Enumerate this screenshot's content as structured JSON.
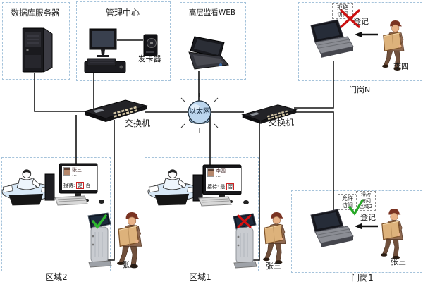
{
  "nodes": {
    "db": {
      "label": "数据库服务器"
    },
    "mgmt": {
      "label": "管理中心",
      "card_issuer": "发卡器"
    },
    "web": {
      "label": "高层监看WEB"
    },
    "ethernet": {
      "label": "以太网"
    },
    "switch_left": {
      "label": "交换机"
    },
    "switch_right": {
      "label": "交换机"
    },
    "gate_n": {
      "label": "门岗N",
      "deny_line1": "拒绝",
      "deny_line2": "访问",
      "register": "登记",
      "person": "李四"
    },
    "gate_1": {
      "label": "门岗1",
      "allow_line1": "允许",
      "allow_line2": "访问",
      "auth_line1": "授权",
      "auth_line2": "访问",
      "auth_line3": "区域2",
      "register": "登记",
      "person": "张三"
    },
    "area_2": {
      "label": "区域2",
      "person": "张三",
      "screen": {
        "name": "张三",
        "dots": "…",
        "prompt": "接待:",
        "yes": "是",
        "no": "否",
        "selected": "yes"
      }
    },
    "area_1": {
      "label": "区域1",
      "person": "张三",
      "screen": {
        "name": "李四",
        "dots": "…",
        "prompt": "接待:",
        "yes": "是",
        "no": "否",
        "selected": "no"
      }
    }
  },
  "colors": {
    "deny_red": "#cc1111",
    "allow_green": "#28a828",
    "dashed_box": "#a5c3db",
    "ethernet_fill": "#bcd6ee",
    "line": "#141414"
  }
}
